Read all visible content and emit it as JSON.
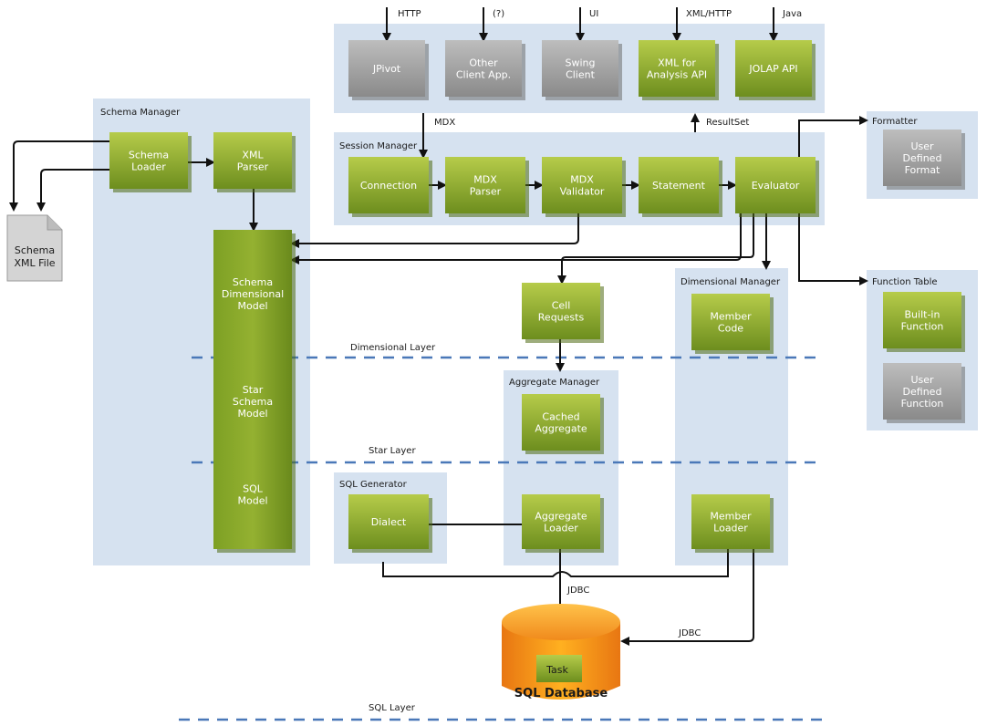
{
  "inputs": {
    "http": "HTTP",
    "unknown": "(?)",
    "ui": "UI",
    "xml_http": "XML/HTTP",
    "java": "Java"
  },
  "clients": {
    "jpivot": "JPivot",
    "other": [
      "Other",
      "Client App."
    ],
    "swing": [
      "Swing",
      "Client"
    ],
    "xmla": [
      "XML for",
      "Analysis API"
    ],
    "jolap": "JOLAP API"
  },
  "flow": {
    "mdx": "MDX",
    "resultset": "ResultSet",
    "jdbc": "JDBC"
  },
  "schema_manager": {
    "title": "Schema Manager",
    "loader": [
      "Schema",
      "Loader"
    ],
    "parser": [
      "XML",
      "Parser"
    ],
    "dimensional_model": [
      "Schema",
      "Dimensional",
      "Model"
    ],
    "star_model": [
      "Star",
      "Schema",
      "Model"
    ],
    "sql_model": [
      "SQL",
      "Model"
    ]
  },
  "schema_file": [
    "Schema",
    "XML File"
  ],
  "session_manager": {
    "title": "Session Manager",
    "connection": "Connection",
    "mdx_parser": [
      "MDX",
      "Parser"
    ],
    "mdx_validator": [
      "MDX",
      "Validator"
    ],
    "statement": "Statement",
    "evaluator": "Evaluator"
  },
  "formatter": {
    "title": "Formatter",
    "user_format": [
      "User",
      "Defined",
      "Format"
    ]
  },
  "function_table": {
    "title": "Function Table",
    "builtin": [
      "Built-in",
      "Function"
    ],
    "user_function": [
      "User",
      "Defined",
      "Function"
    ]
  },
  "cell_requests": [
    "Cell",
    "Requests"
  ],
  "dimensional_manager": {
    "title": "Dimensional Manager",
    "member_code": [
      "Member",
      "Code"
    ],
    "member_loader": [
      "Member",
      "Loader"
    ]
  },
  "aggregate_manager": {
    "title": "Aggregate Manager",
    "cached": [
      "Cached",
      "Aggregate"
    ],
    "loader": [
      "Aggregate",
      "Loader"
    ]
  },
  "sql_generator": {
    "title": "SQL Generator",
    "dialect": "Dialect"
  },
  "database": {
    "task": "Task",
    "label": "SQL Database"
  },
  "layers": {
    "dimensional": "Dimensional Layer",
    "star": "Star Layer",
    "sql": "SQL Layer"
  },
  "colors": {
    "panel": "#d6e2f0",
    "green_box": "#8fae2a",
    "grey_box": "#9a9a9a",
    "database": "#f08a1c",
    "layer_line": "#4a78b8"
  }
}
